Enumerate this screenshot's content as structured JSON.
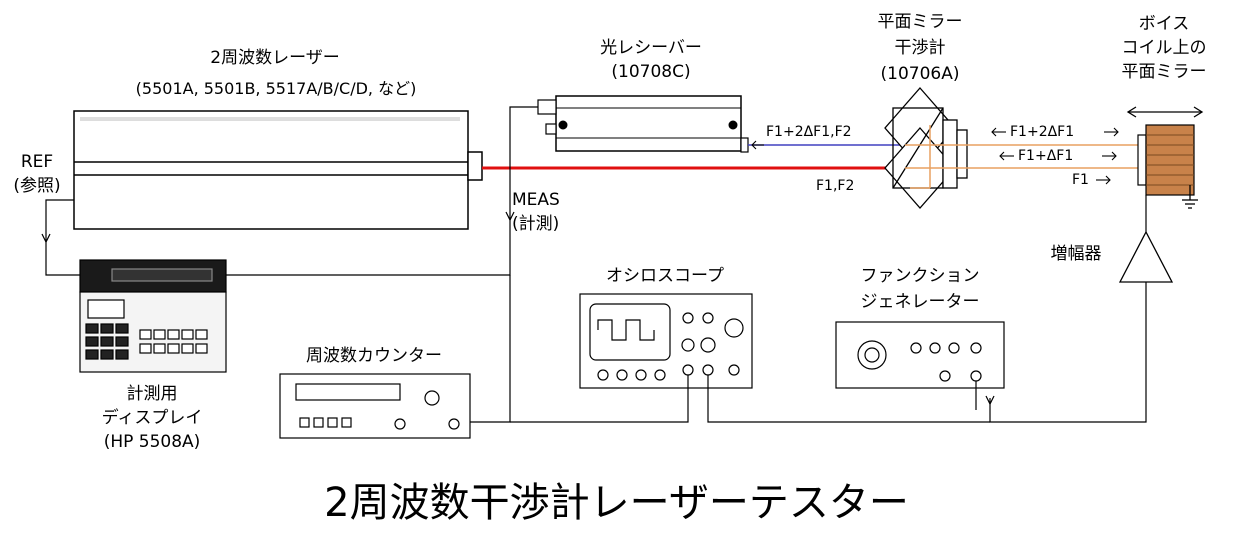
{
  "title": "2周波数干渉計レーザーテスター",
  "labels": {
    "laser_line1": "2周波数レーザー",
    "laser_line2": "(5501A, 5501B, 5517A/B/C/D, など)",
    "receiver_line1": "光レシーバー",
    "receiver_line2": "(10708C)",
    "interferometer_line1": "平面ミラー",
    "interferometer_line2": "干渉計",
    "interferometer_line3": "(10706A)",
    "voicecoil_line1": "ボイス",
    "voicecoil_line2": "コイル上の",
    "voicecoil_line3": "平面ミラー",
    "ref_line1": "REF",
    "ref_line2": "(参照)",
    "meas_line1": "MEAS",
    "meas_line2": "(計測)",
    "display_line1": "計測用",
    "display_line2": "ディスプレイ",
    "display_line3": "(HP 5508A)",
    "counter": "周波数カウンター",
    "oscilloscope": "オシロスコープ",
    "funcgen_line1": "ファンクション",
    "funcgen_line2": "ジェネレーター",
    "amplifier": "増幅器"
  },
  "beams": {
    "return_beam": "F1+2ΔF1,F2",
    "f1f2": "F1,F2",
    "f1_2df1": "F1+2ΔF1",
    "f1_df1": "F1+ΔF1",
    "f1": "F1"
  },
  "colors": {
    "laser_beam": "#e01010",
    "return_beam": "#4040c0",
    "mirror_beam": "#e8a060",
    "voicecoil": "#c8824a"
  }
}
